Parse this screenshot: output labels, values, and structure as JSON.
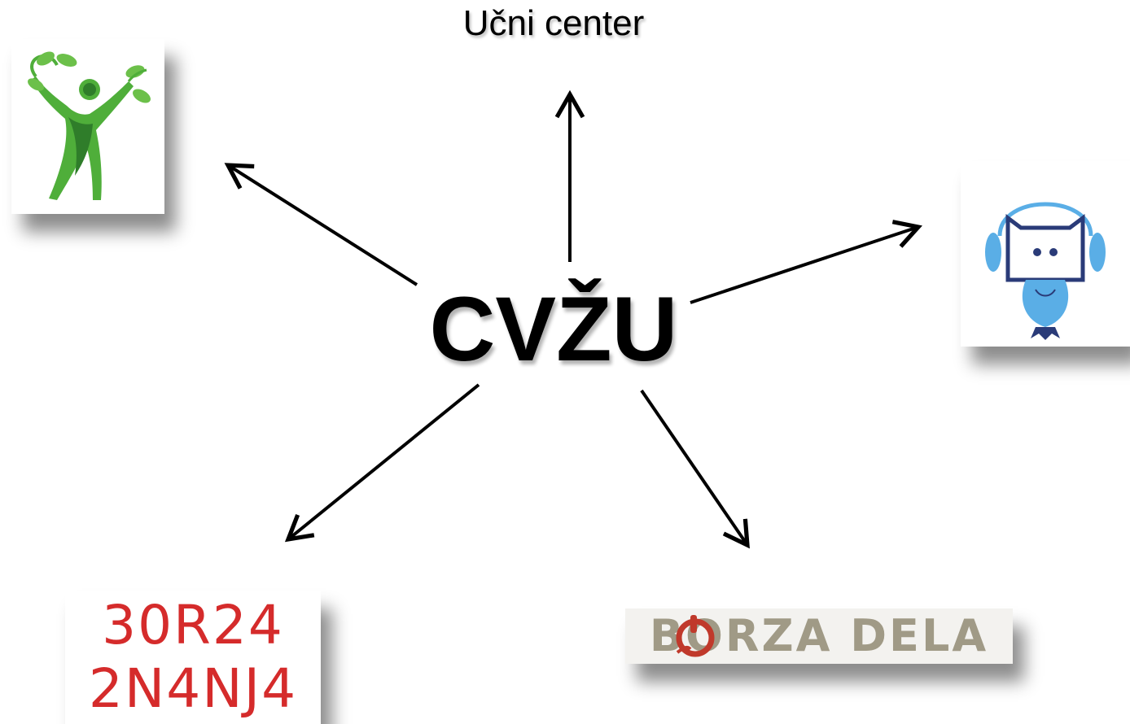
{
  "diagram": {
    "top_label": "Učni center",
    "center_title": "CVŽU",
    "logos": {
      "borza_znanja_line1": "30R24",
      "borza_znanja_line2": "2N4NJ4",
      "borza_dela": "BORZA DELA"
    },
    "colors": {
      "arrow": "#000000",
      "person_green": "#4fae3a",
      "person_dark_green": "#2f7d2a",
      "owl_blue": "#5aaee6",
      "owl_navy": "#2a3b78",
      "borza_znanja_red": "#d52b2b",
      "borza_dela_gray": "#a09a86",
      "borza_dela_red": "#c0392b"
    },
    "icons": [
      "person-tree-logo",
      "owl-headphones-logo",
      "borza-znanja-logo",
      "borza-dela-logo"
    ]
  }
}
